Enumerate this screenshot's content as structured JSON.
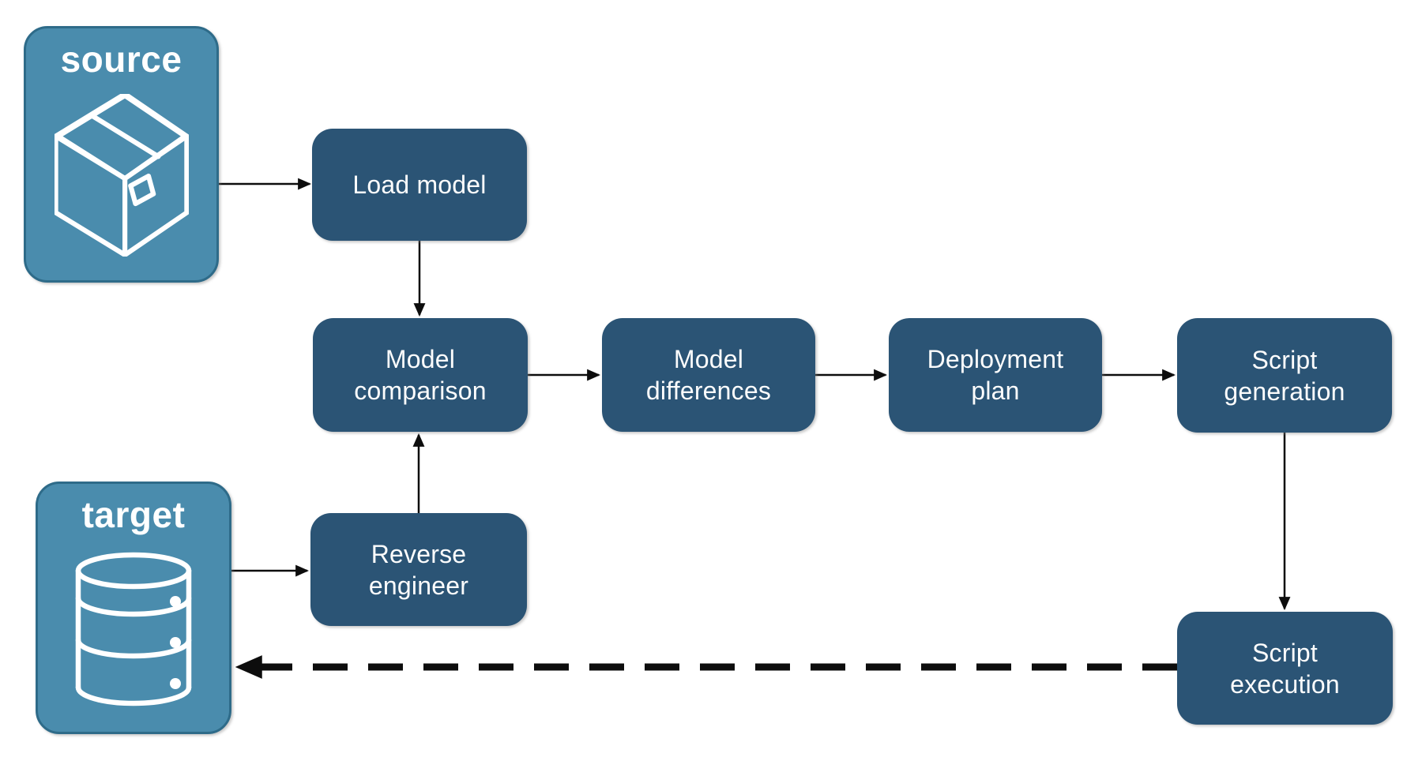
{
  "diagram": {
    "description": "Schema deployment flow between a source model package and a target database",
    "nodes": {
      "source": {
        "label": "source",
        "icon": "package-icon",
        "kind": "endpoint"
      },
      "target": {
        "label": "target",
        "icon": "database-icon",
        "kind": "endpoint"
      },
      "load_model": {
        "label": "Load model",
        "kind": "process"
      },
      "model_comparison": {
        "label": "Model\ncomparison",
        "kind": "process"
      },
      "model_differences": {
        "label": "Model\ndifferences",
        "kind": "process"
      },
      "deployment_plan": {
        "label": "Deployment\nplan",
        "kind": "process"
      },
      "script_generation": {
        "label": "Script\ngeneration",
        "kind": "process"
      },
      "reverse_engineer": {
        "label": "Reverse\nengineer",
        "kind": "process"
      },
      "script_execution": {
        "label": "Script\nexecution",
        "kind": "process"
      }
    },
    "edges": [
      {
        "from": "source",
        "to": "load_model",
        "style": "solid"
      },
      {
        "from": "load_model",
        "to": "model_comparison",
        "style": "solid"
      },
      {
        "from": "model_comparison",
        "to": "model_differences",
        "style": "solid"
      },
      {
        "from": "model_differences",
        "to": "deployment_plan",
        "style": "solid"
      },
      {
        "from": "deployment_plan",
        "to": "script_generation",
        "style": "solid"
      },
      {
        "from": "script_generation",
        "to": "script_execution",
        "style": "solid"
      },
      {
        "from": "target",
        "to": "reverse_engineer",
        "style": "solid"
      },
      {
        "from": "reverse_engineer",
        "to": "model_comparison",
        "style": "solid"
      },
      {
        "from": "script_execution",
        "to": "target",
        "style": "dashed"
      }
    ],
    "colors": {
      "process_fill": "#2b5475",
      "endpoint_fill": "#4a8cad",
      "endpoint_border": "#2e6b89",
      "node_text": "#ffffff",
      "arrow": "#0d0d0d",
      "background": "#ffffff"
    }
  }
}
